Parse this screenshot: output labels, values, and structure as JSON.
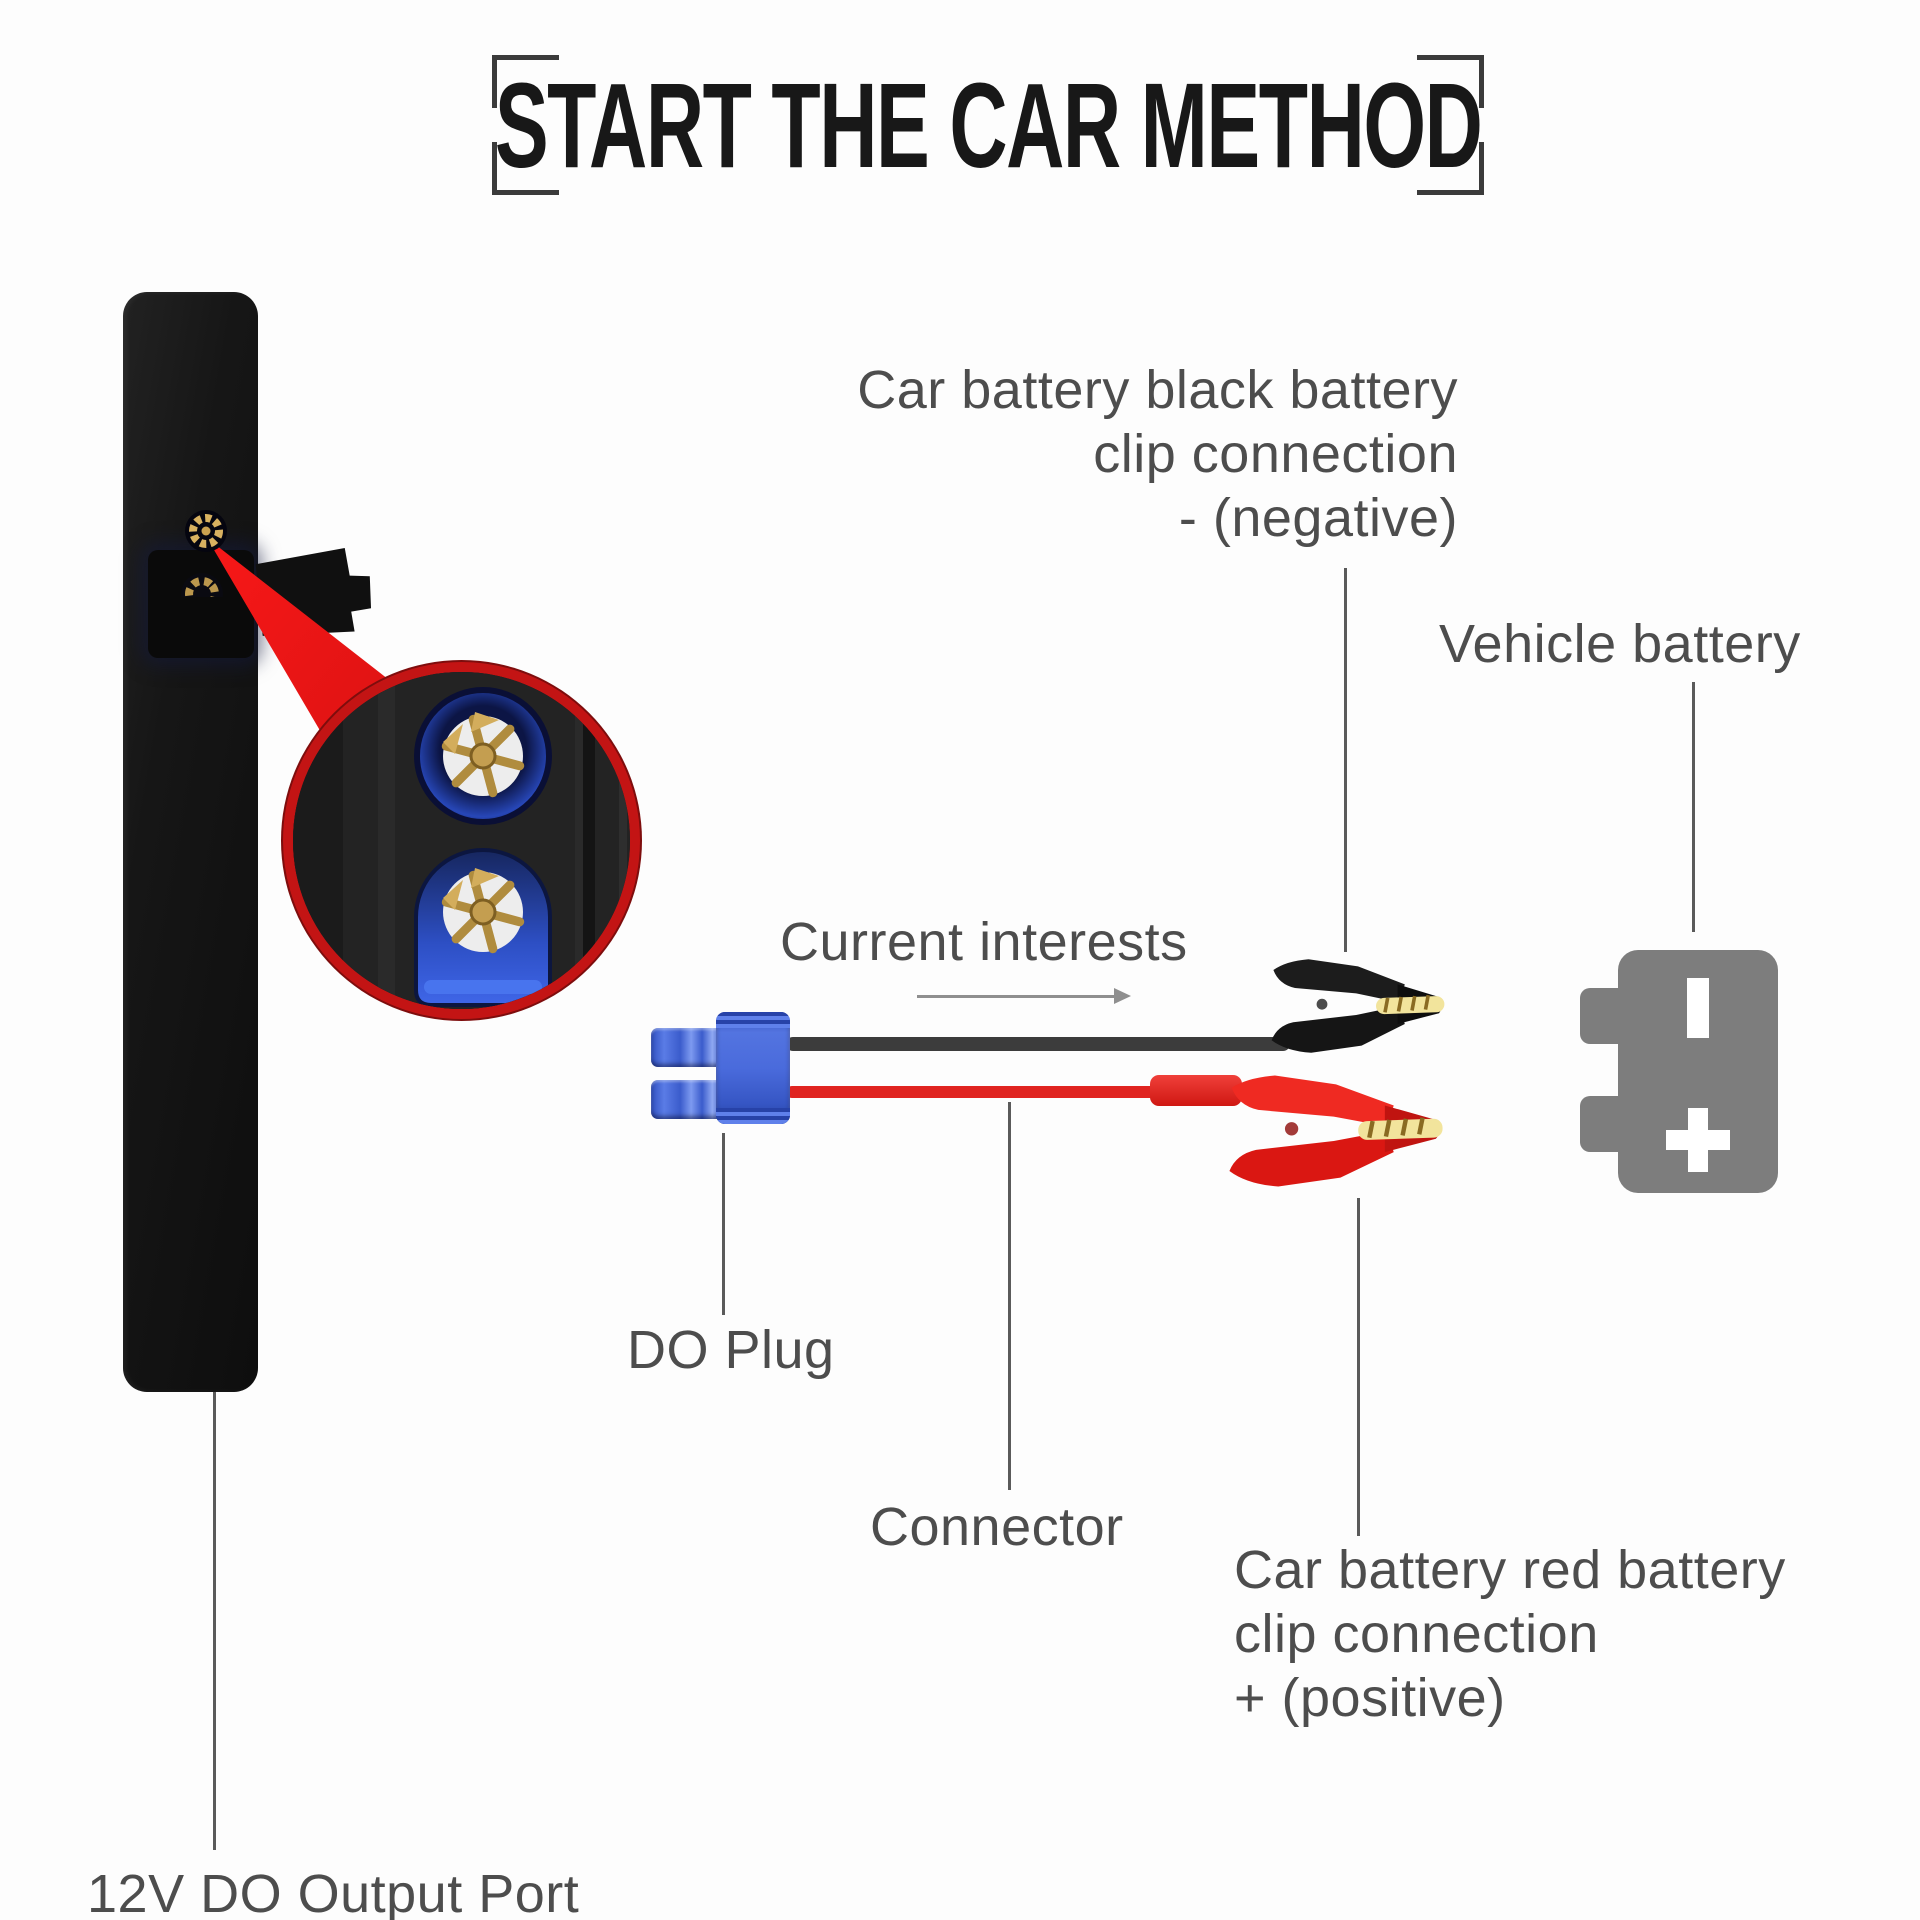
{
  "title": {
    "text": "START THE CAR METHOD"
  },
  "labels": {
    "negative_clip": {
      "lines": [
        "Car battery black battery",
        "clip connection",
        "- (negative)"
      ]
    },
    "vehicle_battery": {
      "text": "Vehicle battery"
    },
    "current_flow": {
      "text": "Current interests"
    },
    "do_plug": {
      "text": "DO Plug"
    },
    "connector": {
      "text": "Connector"
    },
    "positive_clip": {
      "lines": [
        "Car battery red battery",
        "clip connection",
        "+ (positive)"
      ]
    },
    "output_port": {
      "text": "12V DO Output Port"
    }
  },
  "colors": {
    "accent_red": "#e11b1b",
    "wire_red": "#e02420",
    "wire_black": "#3c3c3c",
    "clip_black": "#1a1a1a",
    "clip_red": "#e8211d",
    "teeth_gold": "#f2e49c",
    "connector_blue": "#4a6bdc",
    "connector_blue_dark": "#2b49b0",
    "battery_gray": "#7d7d7d",
    "device_black": "#161616",
    "label_gray": "#4d4d4d",
    "leader_gray": "#5a5a5a",
    "port_gold": "#c9a24b",
    "inset_ring_red": "#c31414",
    "title_black": "#181818"
  }
}
